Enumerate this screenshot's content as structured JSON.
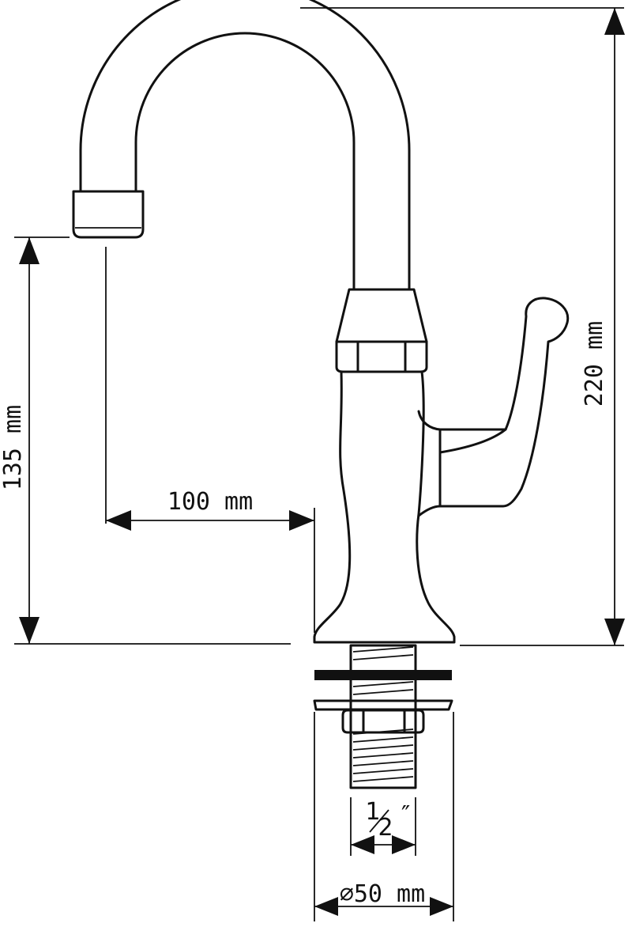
{
  "dimensions": {
    "spout_height": "135 mm",
    "reach": "100 mm",
    "total_height": "220 mm",
    "thread_size_num": "1",
    "thread_size_den": "2",
    "thread_size_mark": "″",
    "base_diameter": "⌀50 mm"
  }
}
